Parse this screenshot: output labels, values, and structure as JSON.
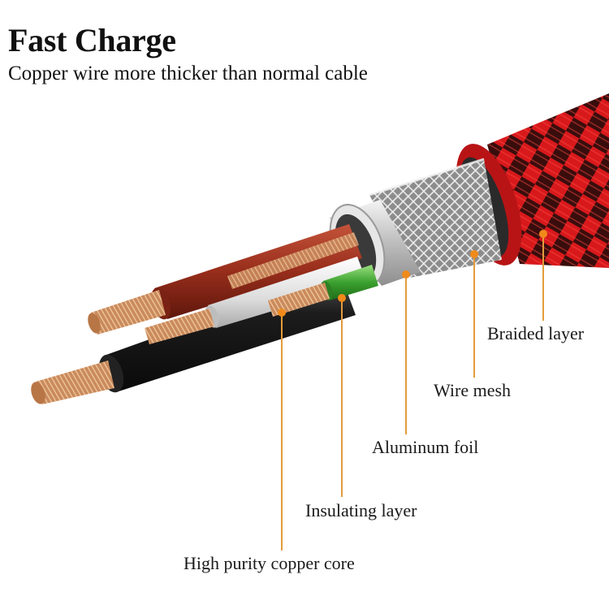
{
  "header": {
    "title": "Fast Charge",
    "subtitle": "Copper wire more thicker than normal cable"
  },
  "callouts": [
    {
      "key": "braided",
      "label": "Braided layer"
    },
    {
      "key": "mesh",
      "label": "Wire mesh"
    },
    {
      "key": "foil",
      "label": "Aluminum foil"
    },
    {
      "key": "insul",
      "label": "Insulating layer"
    },
    {
      "key": "copper",
      "label": "High purity copper core"
    }
  ],
  "colors": {
    "braid_red": "#d8191c",
    "braid_dark": "#3a0d0d",
    "wire_red": "#9c2f1c",
    "wire_black": "#1a1a1a",
    "wire_white": "#e9e9e9",
    "wire_green": "#3aa02e",
    "copper": "#c98a5c",
    "foil": "#d2d2d2",
    "mesh": "#a9a9a9",
    "callout_line": "#e49c3a",
    "callout_dot": "#f08a1a"
  }
}
